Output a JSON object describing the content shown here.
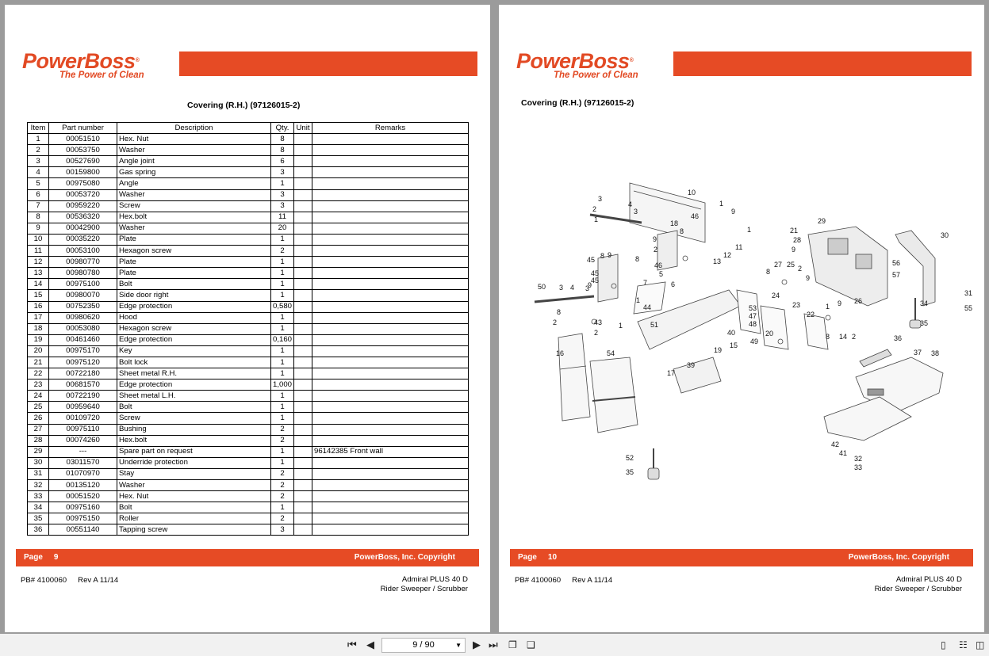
{
  "brand": {
    "name": "PowerBoss",
    "tagline": "The Power of Clean",
    "reg": "®",
    "color": "#e64b25"
  },
  "left_page": {
    "title": "Covering (R.H.) (97126015-2)",
    "table": {
      "headers": [
        "Item",
        "Part number",
        "Description",
        "Qty.",
        "Unit",
        "Remarks"
      ],
      "rows": [
        [
          "1",
          "00051510",
          "Hex. Nut",
          "8",
          "",
          ""
        ],
        [
          "2",
          "00053750",
          "Washer",
          "8",
          "",
          ""
        ],
        [
          "3",
          "00527690",
          "Angle joint",
          "6",
          "",
          ""
        ],
        [
          "4",
          "00159800",
          "Gas spring",
          "3",
          "",
          ""
        ],
        [
          "5",
          "00975080",
          "Angle",
          "1",
          "",
          ""
        ],
        [
          "6",
          "00053720",
          "Washer",
          "3",
          "",
          ""
        ],
        [
          "7",
          "00959220",
          "Screw",
          "3",
          "",
          ""
        ],
        [
          "8",
          "00536320",
          "Hex.bolt",
          "11",
          "",
          ""
        ],
        [
          "9",
          "00042900",
          "Washer",
          "20",
          "",
          ""
        ],
        [
          "10",
          "00035220",
          "Plate",
          "1",
          "",
          ""
        ],
        [
          "11",
          "00053100",
          "Hexagon screw",
          "2",
          "",
          ""
        ],
        [
          "12",
          "00980770",
          "Plate",
          "1",
          "",
          ""
        ],
        [
          "13",
          "00980780",
          "Plate",
          "1",
          "",
          ""
        ],
        [
          "14",
          "00975100",
          "Bolt",
          "1",
          "",
          ""
        ],
        [
          "15",
          "00980070",
          "Side door right",
          "1",
          "",
          ""
        ],
        [
          "16",
          "00752350",
          "Edge protection",
          "0,580",
          "",
          ""
        ],
        [
          "17",
          "00980620",
          "Hood",
          "1",
          "",
          ""
        ],
        [
          "18",
          "00053080",
          "Hexagon screw",
          "1",
          "",
          ""
        ],
        [
          "19",
          "00461460",
          "Edge protection",
          "0,160",
          "",
          ""
        ],
        [
          "20",
          "00975170",
          "Key",
          "1",
          "",
          ""
        ],
        [
          "21",
          "00975120",
          "Bolt lock",
          "1",
          "",
          ""
        ],
        [
          "22",
          "00722180",
          "Sheet metal R.H.",
          "1",
          "",
          ""
        ],
        [
          "23",
          "00681570",
          "Edge protection",
          "1,000",
          "",
          ""
        ],
        [
          "24",
          "00722190",
          "Sheet metal L.H.",
          "1",
          "",
          ""
        ],
        [
          "25",
          "00959640",
          "Bolt",
          "1",
          "",
          ""
        ],
        [
          "26",
          "00109720",
          "Screw",
          "1",
          "",
          ""
        ],
        [
          "27",
          "00975110",
          "Bushing",
          "2",
          "",
          ""
        ],
        [
          "28",
          "00074260",
          "Hex.bolt",
          "2",
          "",
          ""
        ],
        [
          "29",
          "---",
          "Spare part on request",
          "1",
          "",
          "96142385  Front wall"
        ],
        [
          "30",
          "03011570",
          "Underride protection",
          "1",
          "",
          ""
        ],
        [
          "31",
          "01070970",
          "Stay",
          "2",
          "",
          ""
        ],
        [
          "32",
          "00135120",
          "Washer",
          "2",
          "",
          ""
        ],
        [
          "33",
          "00051520",
          "Hex. Nut",
          "2",
          "",
          ""
        ],
        [
          "34",
          "00975160",
          "Bolt",
          "1",
          "",
          ""
        ],
        [
          "35",
          "00975150",
          "Roller",
          "2",
          "",
          ""
        ],
        [
          "36",
          "00551140",
          "Tapping screw",
          "3",
          "",
          ""
        ]
      ]
    },
    "footer": {
      "page_label": "Page",
      "page_number": "9",
      "copyright": "PowerBoss, Inc. Copyright"
    },
    "meta": {
      "pb": "PB#  4100060",
      "rev": "Rev  A 11/14",
      "model": "Admiral PLUS 40 D",
      "subtitle": "Rider Sweeper / Scrubber"
    }
  },
  "right_page": {
    "title": "Covering (R.H.) (97126015-2)",
    "callouts": [
      "3",
      "4",
      "2",
      "1",
      "3",
      "10",
      "46",
      "1",
      "9",
      "18",
      "8",
      "9",
      "2",
      "1",
      "11",
      "12",
      "13",
      "45",
      "8",
      "9",
      "45",
      "45",
      "9",
      "8",
      "46",
      "5",
      "6",
      "7",
      "50",
      "3",
      "4",
      "3",
      "8",
      "2",
      "1",
      "44",
      "43",
      "2",
      "1",
      "51",
      "40",
      "15",
      "19",
      "39",
      "17",
      "16",
      "54",
      "53",
      "47",
      "48",
      "49",
      "20",
      "21",
      "28",
      "9",
      "27",
      "25",
      "2",
      "8",
      "9",
      "29",
      "24",
      "23",
      "22",
      "26",
      "1",
      "9",
      "8",
      "14",
      "2",
      "30",
      "56",
      "57",
      "31",
      "34",
      "55",
      "35",
      "36",
      "37",
      "38",
      "42",
      "41",
      "32",
      "33",
      "52",
      "35"
    ],
    "footer": {
      "page_label": "Page",
      "page_number": "10",
      "copyright": "PowerBoss, Inc. Copyright"
    },
    "meta": {
      "pb": "PB#  4100060",
      "rev": "Rev  A 11/14",
      "model": "Admiral PLUS 40 D",
      "subtitle": "Rider Sweeper / Scrubber"
    }
  },
  "toolbar": {
    "page_display": "9 / 90",
    "first_icon": "first-page-icon",
    "prev_icon": "previous-page-icon",
    "next_icon": "next-page-icon",
    "last_icon": "last-page-icon"
  }
}
